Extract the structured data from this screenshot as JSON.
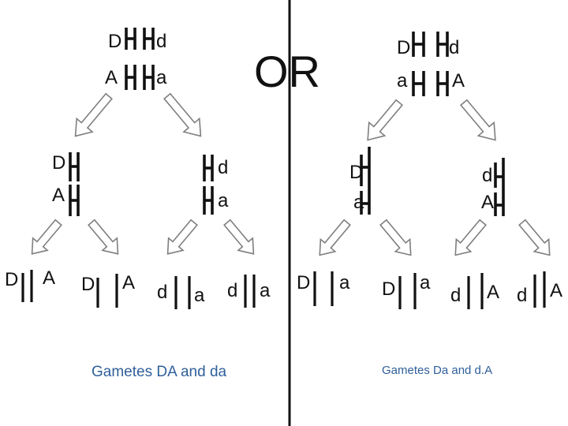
{
  "or_label": "OR",
  "left": {
    "parent": {
      "top_left": "D",
      "top_right": "d",
      "bottom_left": "A",
      "bottom_right": "a"
    },
    "cell1": {
      "top": "D",
      "bottom": "A"
    },
    "cell2": {
      "top": "d",
      "bottom": "a"
    },
    "gametes": [
      {
        "left": "D",
        "right": "A"
      },
      {
        "left": "D",
        "right": "A"
      },
      {
        "left": "d",
        "right": "a"
      },
      {
        "left": "d",
        "right": "a"
      }
    ],
    "caption": "Gametes DA and da"
  },
  "right": {
    "parent": {
      "top_left": "D",
      "top_right": "d",
      "bottom_left": "a",
      "bottom_right": "A"
    },
    "cell1": {
      "top": "D",
      "bottom": "a"
    },
    "cell2": {
      "top": "d",
      "bottom": "A"
    },
    "gametes": [
      {
        "left": "D",
        "right": "a"
      },
      {
        "left": "D",
        "right": "a"
      },
      {
        "left": "d",
        "right": "A"
      },
      {
        "left": "d",
        "right": "A"
      }
    ],
    "caption": "Gametes Da and d.A"
  }
}
